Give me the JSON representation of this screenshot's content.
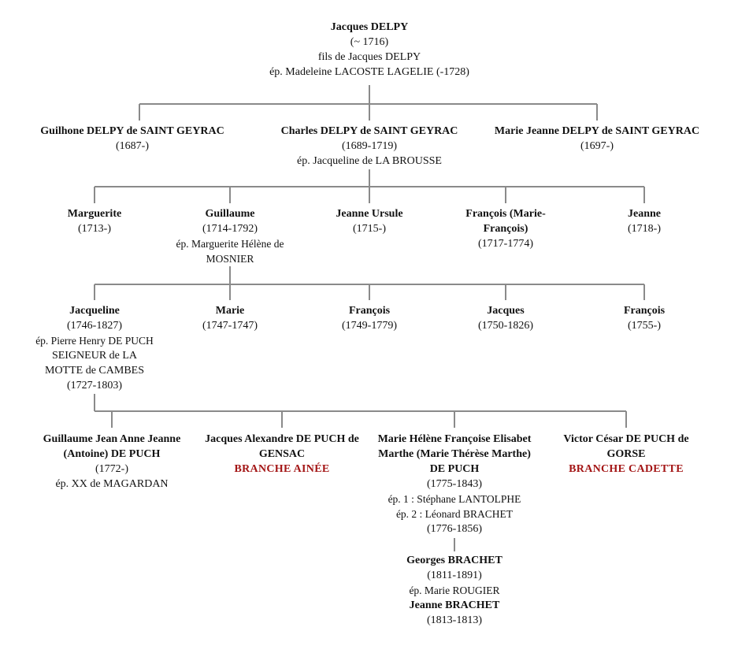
{
  "colors": {
    "line": "#8a8a8a",
    "text": "#111111",
    "branch": "#a31515"
  },
  "root": {
    "name": "Jacques DELPY",
    "dates": "(~ 1716)",
    "parent": "fils de Jacques DELPY",
    "spouse": "ép. Madeleine LACOSTE LAGELIE (-1728)"
  },
  "gen2": [
    {
      "name": "Guilhone DELPY de SAINT GEYRAC",
      "dates": "(1687-)"
    },
    {
      "name": "Charles DELPY de SAINT GEYRAC",
      "dates": "(1689-1719)",
      "spouse": "ép. Jacqueline de LA BROUSSE"
    },
    {
      "name": "Marie Jeanne DELPY de SAINT GEYRAC",
      "dates": "(1697-)"
    }
  ],
  "gen3": [
    {
      "name": "Marguerite",
      "dates": "(1713-)"
    },
    {
      "name": "Guillaume",
      "dates": "(1714-1792)",
      "spouse": "ép. Marguerite Hélène de",
      "spouse2": "MOSNIER"
    },
    {
      "name": "Jeanne Ursule",
      "dates": "(1715-)"
    },
    {
      "name": "François (Marie-",
      "name2": "François)",
      "dates": "(1717-1774)"
    },
    {
      "name": "Jeanne",
      "dates": "(1718-)"
    }
  ],
  "gen4": [
    {
      "name": "Jacqueline",
      "dates": "(1746-1827)",
      "spouse": "ép. Pierre Henry DE PUCH",
      "spouse2": "SEIGNEUR de LA",
      "spouse3": "MOTTE de CAMBES",
      "spouse_dates": "(1727-1803)"
    },
    {
      "name": "Marie",
      "dates": "(1747-1747)"
    },
    {
      "name": "François",
      "dates": "(1749-1779)"
    },
    {
      "name": "Jacques",
      "dates": "(1750-1826)"
    },
    {
      "name": "François",
      "dates": "(1755-)"
    }
  ],
  "gen5": [
    {
      "name": "Guillaume Jean Anne Jeanne",
      "name2": "(Antoine) DE PUCH",
      "dates": "(1772-)",
      "spouse": "ép. XX de MAGARDAN"
    },
    {
      "name": "Jacques Alexandre DE PUCH de",
      "name2": "GENSAC",
      "branch": "BRANCHE AINÉE"
    },
    {
      "name": "Marie Hélène Françoise Elisabet",
      "name2": "Marthe (Marie Thérèse Marthe)",
      "name3": "DE PUCH",
      "dates": "(1775-1843)",
      "spouse": "ép. 1 : Stéphane LANTOLPHE",
      "spouse2": "ép. 2 : Léonard BRACHET",
      "spouse_dates": "(1776-1856)"
    },
    {
      "name": "Victor César DE PUCH de",
      "name2": "GORSE",
      "branch": "BRANCHE CADETTE"
    }
  ],
  "gen6": [
    {
      "name": "Georges BRACHET",
      "dates": "(1811-1891)",
      "spouse": "ép. Marie ROUGIER"
    },
    {
      "name": "Jeanne BRACHET",
      "dates": "(1813-1813)"
    }
  ]
}
